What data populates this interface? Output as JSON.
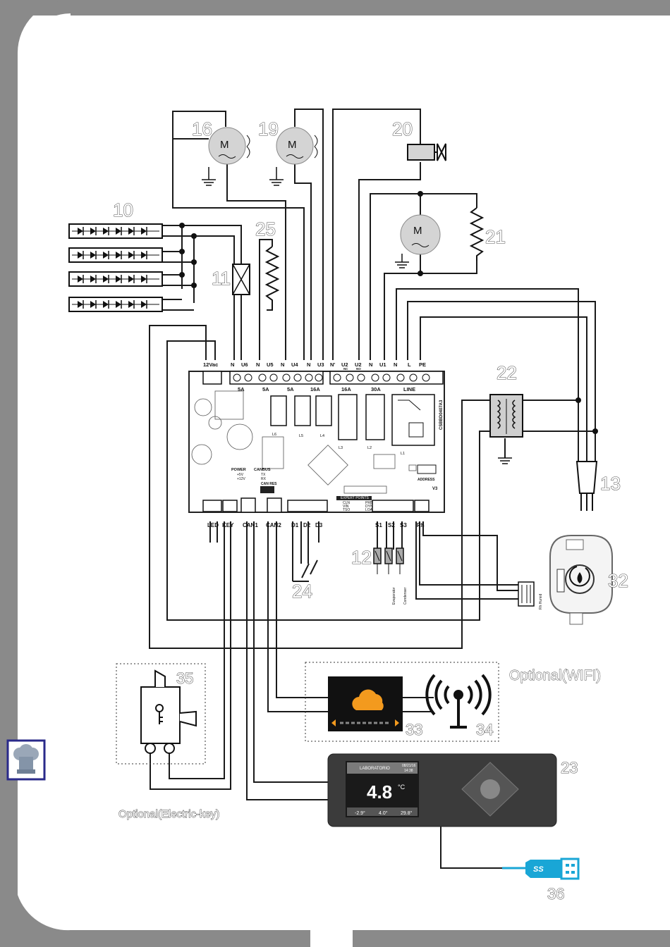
{
  "callouts": {
    "c10": "10",
    "c11": "11",
    "c12": "12",
    "c13": "13",
    "c16": "16",
    "c19": "19",
    "c20": "20",
    "c21": "21",
    "c22": "22",
    "c23": "23",
    "c24": "24",
    "c25": "25",
    "c32": "32",
    "c33": "33",
    "c34": "34",
    "c35": "35",
    "c36": "36"
  },
  "board": {
    "top_terminals": [
      "12Vac",
      "N",
      "U6",
      "N",
      "U5",
      "N",
      "U4",
      "N",
      "U3",
      "N'",
      "U2",
      "U2",
      "N",
      "U1",
      "N",
      "L",
      "PE"
    ],
    "u2_sub": [
      "NC",
      "NO"
    ],
    "fuses": [
      "5A",
      "5A",
      "5A",
      "16A",
      "16A",
      "30A",
      "LINE"
    ],
    "relays": [
      "L6",
      "L5",
      "L4",
      "L3",
      "L2",
      "L1"
    ],
    "code": "CSBBD0407A3",
    "power_title": "POWER",
    "power_items": [
      "+5V",
      "+12V"
    ],
    "canbus_title": "CANBUS",
    "canbus_items": [
      "TX",
      "RX"
    ],
    "can_res": "CAN RES",
    "expert_title": "EXPERT POINTS",
    "expert_items": [
      "CLN",
      "VIN",
      "TSO",
      "PRB",
      "DYN",
      "LOA"
    ],
    "address": "ADDRESS",
    "version": "V3",
    "bottom_labels": [
      "LED",
      "KEY",
      "CAN1",
      "CAN2",
      "D1",
      "D2",
      "D3",
      "S1",
      "S2",
      "S3",
      "Rh"
    ]
  },
  "probes": {
    "evaporator": "Evaporator",
    "condenser": "Condenser"
  },
  "sensor32_label": "Rh Humid",
  "optional_wifi": "Optional(WIFI)",
  "optional_key": "Optional(Electric-key)",
  "display": {
    "header": "LABORATORIO",
    "date": "08/21/16",
    "time": "14:38",
    "main_value": "4.8",
    "main_unit": "°C",
    "readouts": [
      "-2.9°",
      "4.0°",
      "29.8°"
    ]
  },
  "usb_label": "SS",
  "colors": {
    "frame": "#8a8a8a",
    "cloud": "#f39a1e",
    "usb": "#19a6d6",
    "chef_frame": "#2a2a8a"
  }
}
